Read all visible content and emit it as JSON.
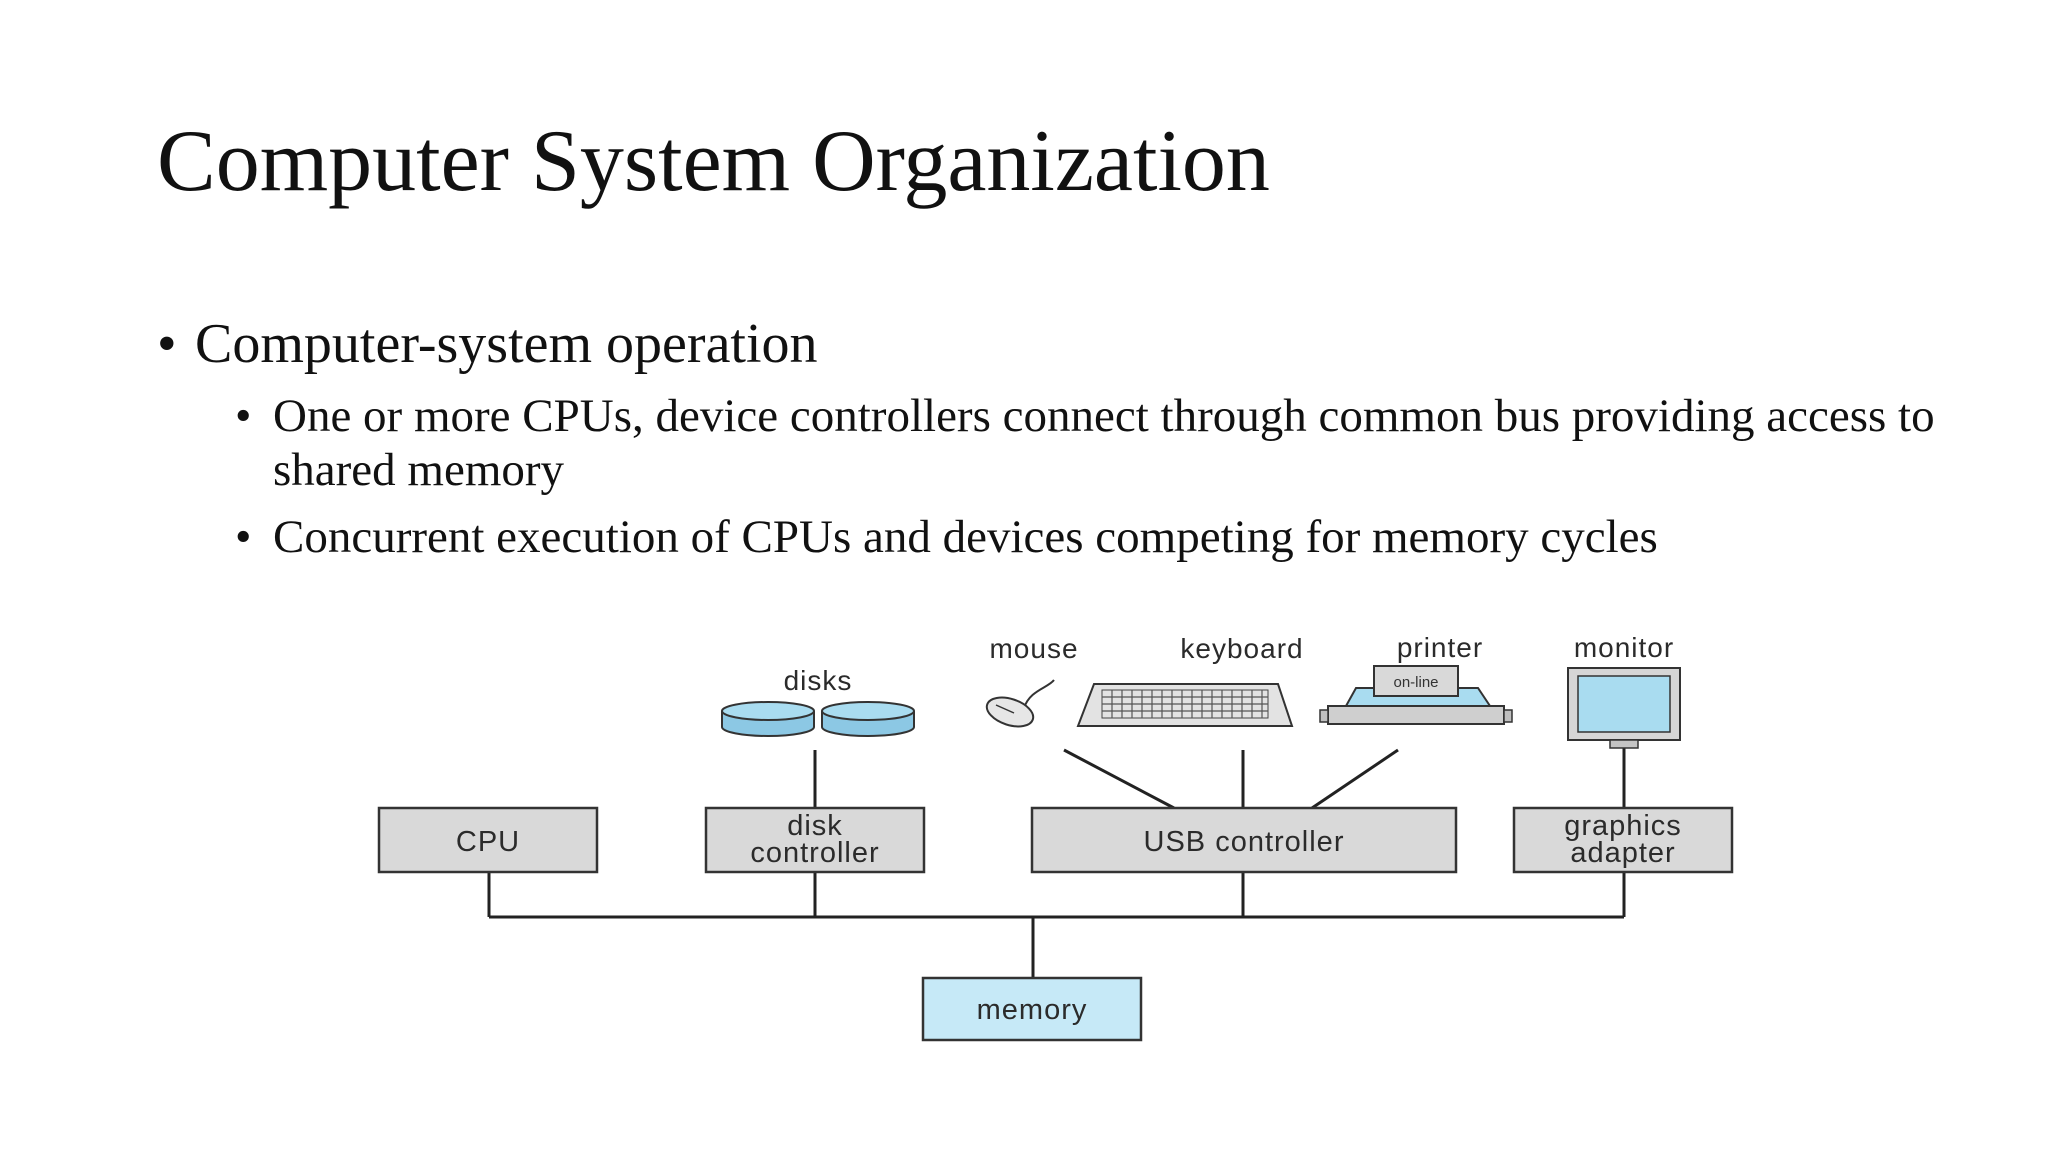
{
  "slide": {
    "title": "Computer System Organization",
    "bullet": "Computer-system operation",
    "sub_bullets": [
      "One or more CPUs, device controllers connect through common bus providing access to shared memory",
      "Concurrent execution of CPUs and devices competing for memory cycles"
    ]
  },
  "diagram": {
    "devices": {
      "disks": "disks",
      "mouse": "mouse",
      "keyboard": "keyboard",
      "printer": "printer",
      "printer_status": "on-line",
      "monitor": "monitor"
    },
    "boxes": {
      "cpu": "CPU",
      "disk_controller_line1": "disk",
      "disk_controller_line2": "controller",
      "usb_controller": "USB controller",
      "graphics_adapter_line1": "graphics",
      "graphics_adapter_line2": "adapter",
      "memory": "memory"
    },
    "colors": {
      "box_fill": "#d9d9d9",
      "memory_fill": "#c6e9f7",
      "device_blue": "#a9dcf0",
      "line": "#222222"
    }
  }
}
